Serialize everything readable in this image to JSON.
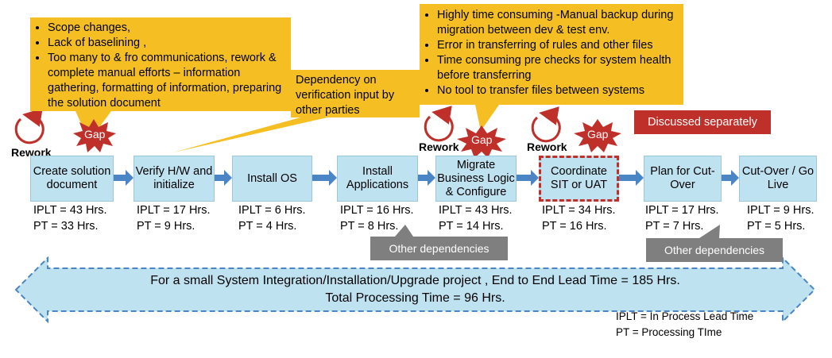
{
  "callouts": {
    "left": [
      "Scope changes,",
      "Lack of baselining ,",
      "Too many to & fro communications, rework & complete manual efforts  – information gathering, formatting of information, preparing the solution document"
    ],
    "dependency": "Dependency on verification input by other parties",
    "right": [
      "Highly time consuming -Manual backup during migration between dev & test env.",
      "Error in transferring  of rules and other files",
      "Time consuming pre checks for system health before  transferring",
      "No tool to transfer files between systems"
    ]
  },
  "discussed": "Discussed separately",
  "gap_label": "Gap",
  "rework_label": "Rework",
  "steps": [
    {
      "label": "Create solution document",
      "iplt": "IPLT = 43 Hrs.",
      "pt": "PT = 33 Hrs."
    },
    {
      "label": "Verify H/W and initialize",
      "iplt": "IPLT = 17 Hrs.",
      "pt": "PT = 9 Hrs."
    },
    {
      "label": "Install OS",
      "iplt": "IPLT = 6 Hrs.",
      "pt": "PT = 4 Hrs."
    },
    {
      "label": "Install Applications",
      "iplt": "IPLT = 16 Hrs.",
      "pt": "PT = 8 Hrs."
    },
    {
      "label": "Migrate Business Logic & Configure",
      "iplt": "IPLT = 43 Hrs.",
      "pt": "PT = 14 Hrs."
    },
    {
      "label": "Coordinate SIT or UAT",
      "iplt": "IPLT = 34 Hrs.",
      "pt": "PT = 16 Hrs."
    },
    {
      "label": "Plan for Cut-Over",
      "iplt": "IPLT =  17 Hrs.",
      "pt": "PT = 7 Hrs."
    },
    {
      "label": "Cut-Over / Go Live",
      "iplt": "IPLT = 9 Hrs.",
      "pt": "PT = 5 Hrs."
    }
  ],
  "other_dependencies": "Other dependencies",
  "banner": {
    "line1": "For a small System Integration/Installation/Upgrade  project , End to End Lead Time = 185 Hrs.",
    "line2": "Total Processing Time = 96 Hrs."
  },
  "legend": {
    "iplt": "IPLT = In Process Lead Time",
    "pt": "PT = Processing TIme"
  },
  "colors": {
    "callout": "#f5bf24",
    "process_fill": "#bfe2f1",
    "gap_burst": "#c0302a",
    "arrow": "#4a86c5",
    "dependency_fill": "#7f7f7f"
  }
}
